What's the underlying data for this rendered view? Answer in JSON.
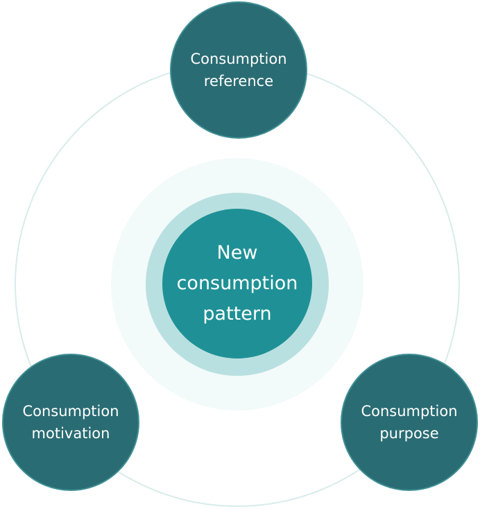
{
  "diagram": {
    "center": {
      "lines": [
        "New",
        "consumption",
        "pattern"
      ]
    },
    "satellites": {
      "top": {
        "lines": [
          "Consumption",
          "reference"
        ]
      },
      "left": {
        "lines": [
          "Consumption",
          "motivation"
        ]
      },
      "right": {
        "lines": [
          "Consumption",
          "purpose"
        ]
      }
    },
    "colors": {
      "satellite_fill": "#2a6c73",
      "satellite_border": "#3e9095",
      "center_fill": "#1f9196",
      "center_ring": "#b9e0e0",
      "center_halo": "#f3fafa",
      "orbit_line": "#d7ecea",
      "text": "#ffffff"
    }
  }
}
